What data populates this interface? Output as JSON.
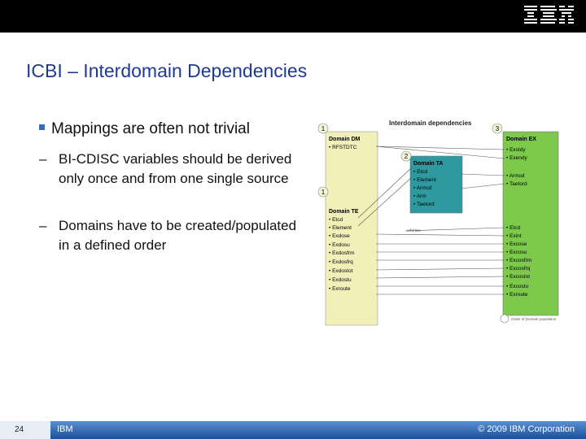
{
  "header": {
    "logo_text": "IBM"
  },
  "title": "ICBI – Interdomain Dependencies",
  "bullets": {
    "main": "Mappings are often not trivial",
    "dash": "–",
    "sub1": "BI-CDISC variables should be derived only once and from one single source",
    "sub2": "Domains have to be created/populated in a defined order"
  },
  "diagram": {
    "title": "Interdomain dependencies",
    "markers": [
      "1",
      "2",
      "3",
      "1"
    ],
    "dm": {
      "name": "Domain DM",
      "items": [
        "• RFSTDTC"
      ]
    },
    "ta": {
      "name": "Domain TA",
      "items": [
        "• Etcd",
        "• Element",
        "• Armcd",
        "• Arm",
        "• Taetord"
      ]
    },
    "te": {
      "name": "Domain TE",
      "items": [
        "• Etcd",
        "• Element",
        "• Exdose",
        "• Exdosu",
        "• Exdosfrm",
        "• Exdosfrq",
        "• Exdostot",
        "• Exdostu",
        "• Exroute"
      ]
    },
    "ex": {
      "name": "Domain EX",
      "items": [
        "• Exstdy",
        "• Exendy",
        "• Armcd",
        "• Taetord",
        "• Etcd",
        "• Exint",
        "• Excose",
        "• Excosu",
        "• Excosfrm",
        "• Excosfrq",
        "• Excostot",
        "• Excostu",
        "• Exroute"
      ]
    },
    "note": "ref'd line",
    "legend": "Order of Domain population",
    "colors": {
      "dm_ta_te": "#f2f0b8",
      "ta": "#2e9aa0",
      "ex": "#7cc94c"
    }
  },
  "footer": {
    "page_number": "24",
    "company": "IBM",
    "copyright": "© 2009 IBM Corporation"
  }
}
